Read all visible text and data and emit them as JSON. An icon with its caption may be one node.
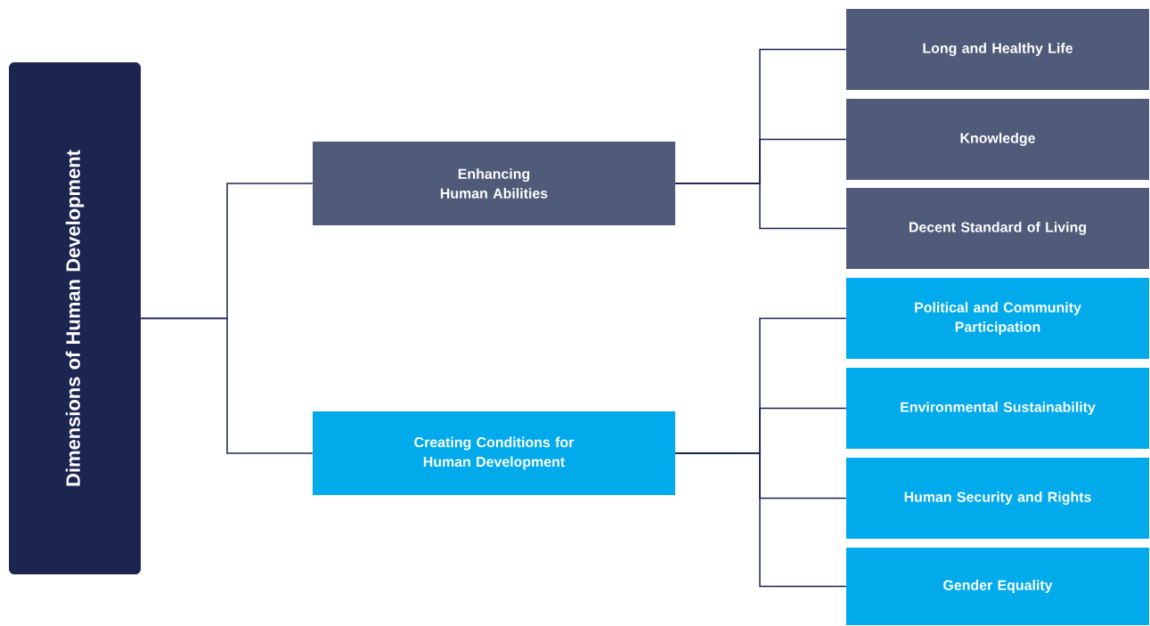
{
  "diagram": {
    "nodes": [
      {
        "text": [
          "Dimensions of Human Development"
        ]
      },
      {
        "text": [
          "Enhancing Human Abilities"
        ]
      },
      {
        "text": [
          "Creating Conditions for Human Development"
        ]
      },
      {
        "text": [
          "Long and Healthy Life"
        ]
      },
      {
        "text": [
          "Knowledge"
        ]
      },
      {
        "text": [
          "Decent Standard of Living"
        ]
      },
      {
        "text": [
          "Political and Community Participation"
        ]
      },
      {
        "text": [
          "Environmental Sustainability"
        ]
      },
      {
        "text": [
          "Human Security and Rights"
        ]
      },
      {
        "text": [
          "Gender Equality"
        ]
      }
    ],
    "edges": [
      {
        "from": 0,
        "to": 1,
        "arrow": "none"
      },
      {
        "from": 0,
        "to": 2,
        "arrow": "none"
      },
      {
        "from": 1,
        "to": 3,
        "arrow": "none"
      },
      {
        "from": 1,
        "to": 4,
        "arrow": "none"
      },
      {
        "from": 1,
        "to": 5,
        "arrow": "none"
      },
      {
        "from": 2,
        "to": 6,
        "arrow": "none"
      },
      {
        "from": 2,
        "to": 7,
        "arrow": "none"
      },
      {
        "from": 2,
        "to": 8,
        "arrow": "none"
      },
      {
        "from": 2,
        "to": 9,
        "arrow": "none"
      }
    ]
  }
}
